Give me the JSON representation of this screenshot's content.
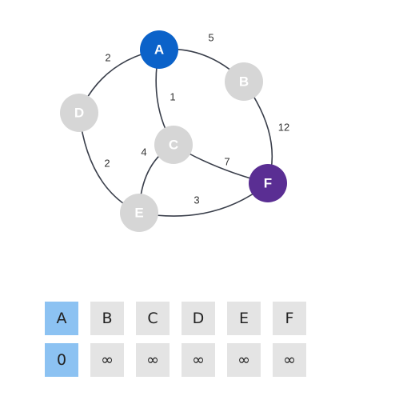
{
  "colors": {
    "node_default": "#d6d6d6",
    "node_start": "#0b62c9",
    "node_target": "#5a2e93",
    "edge": "#3a3f4b",
    "cell_default": "#e4e4e4",
    "cell_active": "#8cc2f2"
  },
  "graph": {
    "nodes": [
      {
        "id": "A",
        "label": "A",
        "state": "start"
      },
      {
        "id": "B",
        "label": "B",
        "state": "default"
      },
      {
        "id": "C",
        "label": "C",
        "state": "default"
      },
      {
        "id": "D",
        "label": "D",
        "state": "default"
      },
      {
        "id": "E",
        "label": "E",
        "state": "default"
      },
      {
        "id": "F",
        "label": "F",
        "state": "target"
      }
    ],
    "edges": [
      {
        "from": "A",
        "to": "B",
        "weight": "5"
      },
      {
        "from": "A",
        "to": "D",
        "weight": "2"
      },
      {
        "from": "A",
        "to": "C",
        "weight": "1"
      },
      {
        "from": "B",
        "to": "F",
        "weight": "12"
      },
      {
        "from": "C",
        "to": "F",
        "weight": "7"
      },
      {
        "from": "C",
        "to": "E",
        "weight": "4"
      },
      {
        "from": "D",
        "to": "E",
        "weight": "2"
      },
      {
        "from": "E",
        "to": "F",
        "weight": "3"
      }
    ]
  },
  "table": {
    "headers": [
      "A",
      "B",
      "C",
      "D",
      "E",
      "F"
    ],
    "distances": [
      "0",
      "∞",
      "∞",
      "∞",
      "∞",
      "∞"
    ],
    "active_index": 0
  }
}
